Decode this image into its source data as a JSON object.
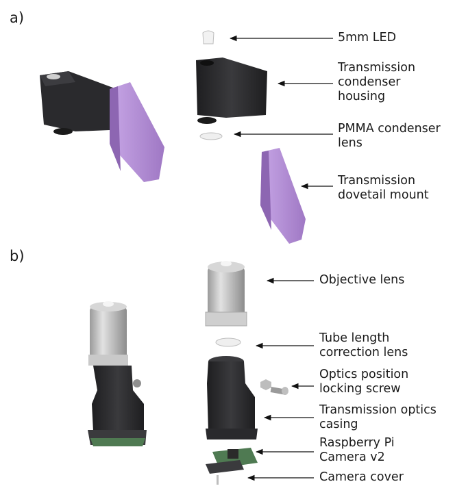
{
  "panels": {
    "a": "a)",
    "b": "b)"
  },
  "labels_a": {
    "led": [
      "5mm LED"
    ],
    "housing": [
      "Transmission",
      "condenser",
      "housing"
    ],
    "lens": [
      "PMMA condenser",
      "lens"
    ],
    "mount": [
      "Transmission",
      "dovetail mount"
    ]
  },
  "labels_b": {
    "objective": [
      "Objective lens"
    ],
    "tube": [
      "Tube length",
      "correction lens"
    ],
    "screw": [
      "Optics position",
      "locking screw"
    ],
    "casing": [
      "Transmission optics",
      "casing"
    ],
    "camera": [
      "Raspberry Pi",
      "Camera v2"
    ],
    "cover": [
      "Camera cover"
    ]
  },
  "colors": {
    "black_part": "#2b2b2e",
    "purple_part": "#b48fd6",
    "objective": "#bdbdbd",
    "pcb": "#4f7a52"
  }
}
